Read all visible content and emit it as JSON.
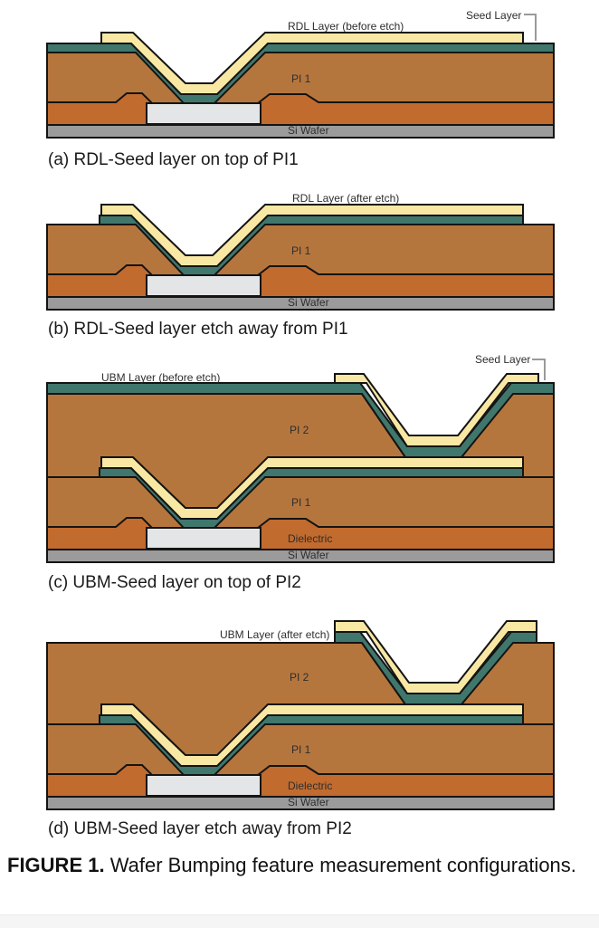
{
  "colors": {
    "pi": "#B5763E",
    "dielectric": "#C16B2F",
    "seed": "#40776C",
    "rdl": "#F9E8A4",
    "wafer": "#9B9B9B",
    "pad": "#E3E5E7",
    "outline": "#141414",
    "connector": "#9a9a9a",
    "label": "#2e2e2e",
    "caption": "#1a1a1a"
  },
  "panels": [
    {
      "id": "a",
      "caption": "(a) RDL-Seed layer on top of PI1",
      "labels": {
        "layer": "RDL Layer (before etch)",
        "seed": "Seed Layer",
        "pi1": "PI 1",
        "wafer": "Si Wafer"
      }
    },
    {
      "id": "b",
      "caption": "(b) RDL-Seed layer etch away from PI1",
      "labels": {
        "layer": "RDL Layer (after etch)",
        "pi1": "PI 1",
        "wafer": "Si Wafer"
      }
    },
    {
      "id": "c",
      "caption": "(c) UBM-Seed layer on top of PI2",
      "labels": {
        "layer": "UBM Layer (before etch)",
        "seed": "Seed Layer",
        "pi2": "PI 2",
        "pi1": "PI 1",
        "dielectric": "Dielectric",
        "wafer": "Si Wafer"
      }
    },
    {
      "id": "d",
      "caption": "(d) UBM-Seed layer etch away from PI2",
      "labels": {
        "layer": "UBM Layer (after etch)",
        "pi2": "PI 2",
        "pi1": "PI 1",
        "dielectric": "Dielectric",
        "wafer": "Si Wafer"
      }
    }
  ],
  "figure_caption": {
    "bold": "FIGURE 1.",
    "text": " Wafer Bumping feature measurement configurations."
  }
}
